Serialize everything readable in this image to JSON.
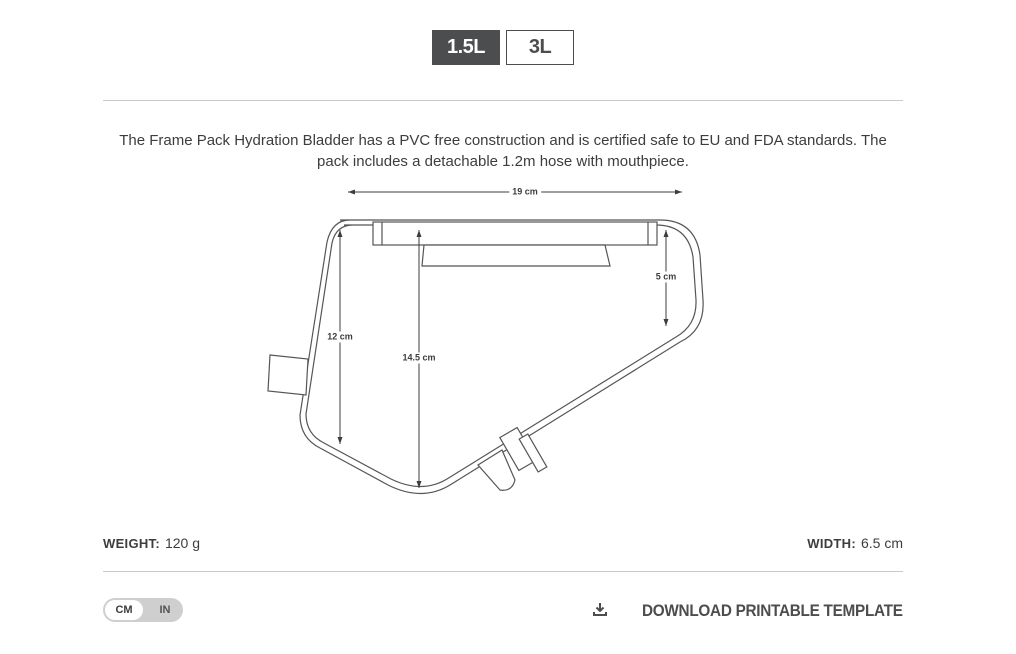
{
  "size_tabs": [
    {
      "label": "1.5L",
      "active": true
    },
    {
      "label": "3L",
      "active": false
    }
  ],
  "description": "The Frame Pack Hydration Bladder has a PVC free construction and is certified safe to EU and FDA standards. The pack includes a detachable 1.2m hose with mouthpiece.",
  "diagram": {
    "width_label": "19 cm",
    "right_height_label": "5 cm",
    "left_height_label": "12 cm",
    "center_height_label": "14.5 cm"
  },
  "specs": {
    "weight_key": "WEIGHT:",
    "weight_value": "120 g",
    "width_key": "WIDTH:",
    "width_value": "6.5 cm"
  },
  "unit_toggle": {
    "options": [
      "CM",
      "IN"
    ],
    "selected": "CM"
  },
  "download": {
    "icon": "download-icon",
    "label": "DOWNLOAD PRINTABLE TEMPLATE"
  },
  "colors": {
    "accent": "#4b4d4f",
    "divider": "#c9c9c9",
    "text": "#3d3d3d"
  }
}
